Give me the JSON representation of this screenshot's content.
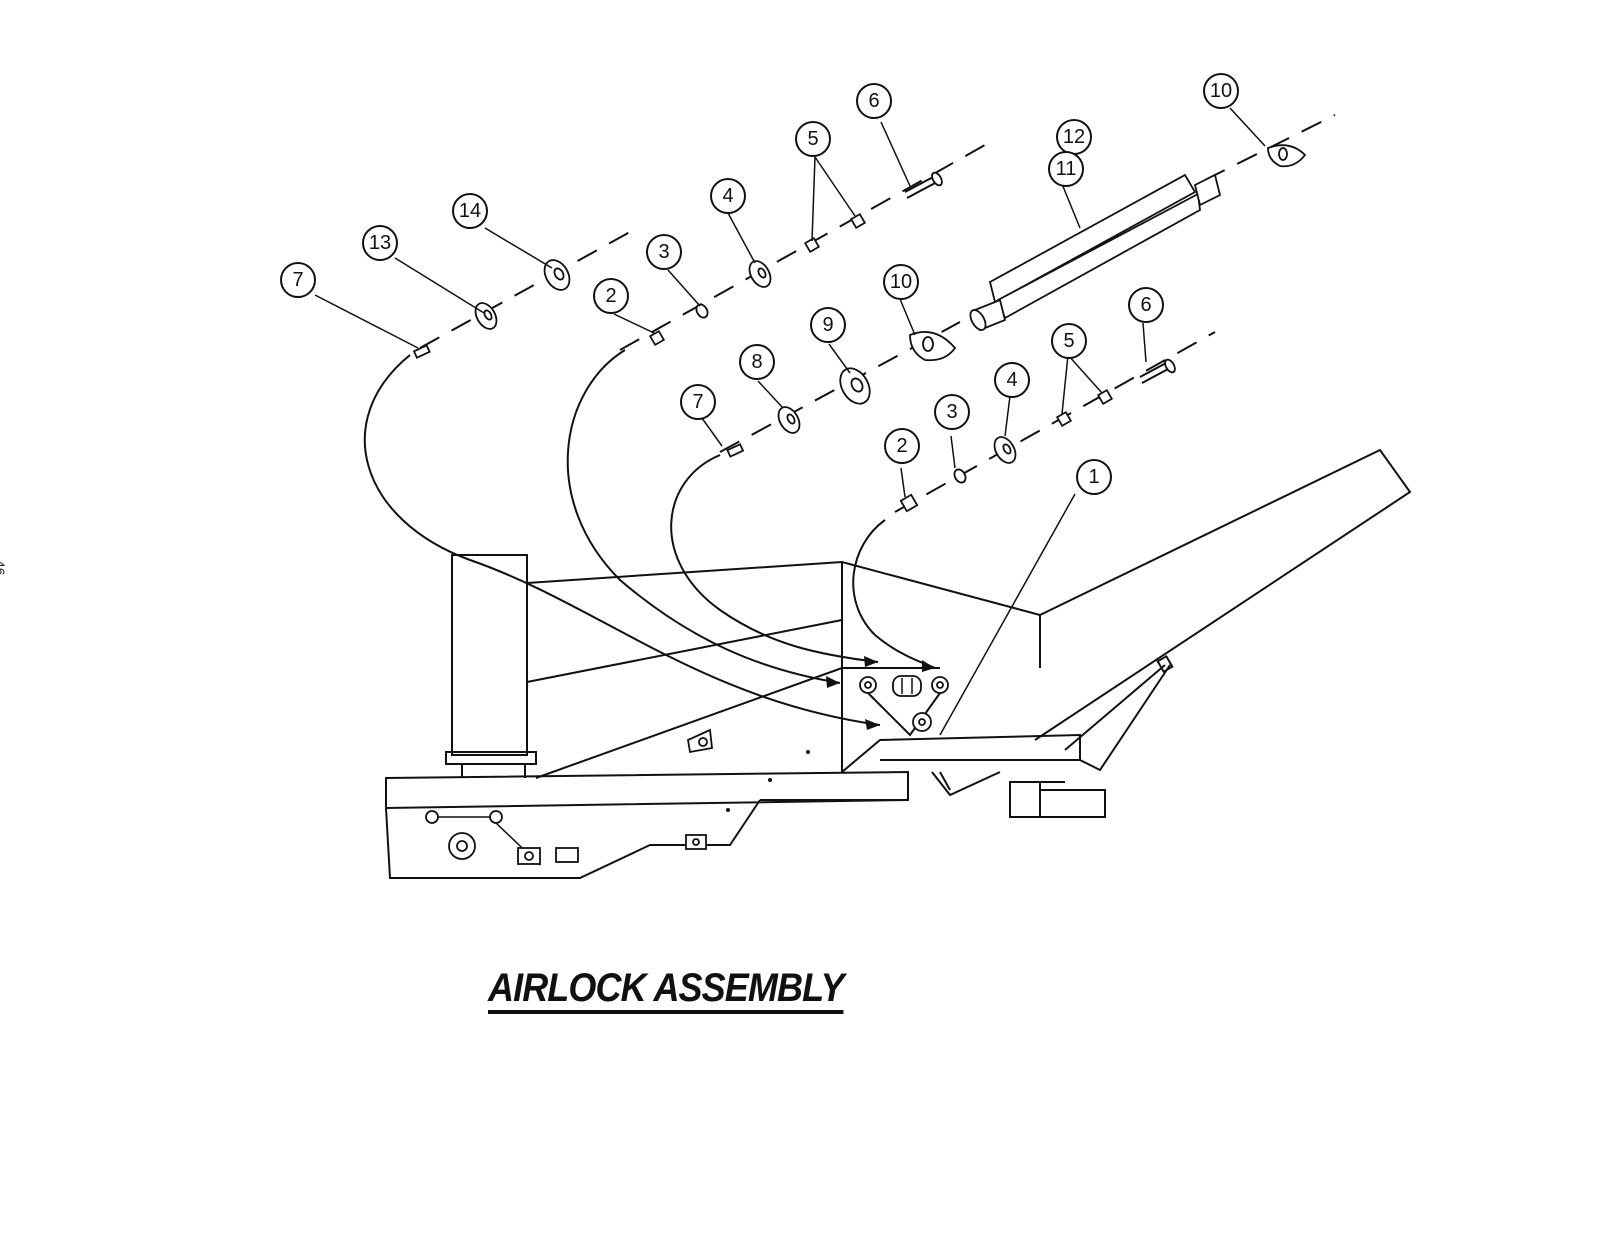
{
  "title": "AIRLOCK ASSEMBLY",
  "page_number": "46",
  "callouts": [
    {
      "id": "c7a",
      "label": "7"
    },
    {
      "id": "c13",
      "label": "13"
    },
    {
      "id": "c14",
      "label": "14"
    },
    {
      "id": "c2a",
      "label": "2"
    },
    {
      "id": "c3a",
      "label": "3"
    },
    {
      "id": "c4a",
      "label": "4"
    },
    {
      "id": "c5a",
      "label": "5"
    },
    {
      "id": "c6a",
      "label": "6"
    },
    {
      "id": "c12",
      "label": "12"
    },
    {
      "id": "c11",
      "label": "11"
    },
    {
      "id": "c10a",
      "label": "10"
    },
    {
      "id": "c10b",
      "label": "10"
    },
    {
      "id": "c9",
      "label": "9"
    },
    {
      "id": "c8",
      "label": "8"
    },
    {
      "id": "c7b",
      "label": "7"
    },
    {
      "id": "c6b",
      "label": "6"
    },
    {
      "id": "c5b",
      "label": "5"
    },
    {
      "id": "c4b",
      "label": "4"
    },
    {
      "id": "c3b",
      "label": "3"
    },
    {
      "id": "c2b",
      "label": "2"
    },
    {
      "id": "c1",
      "label": "1"
    }
  ]
}
